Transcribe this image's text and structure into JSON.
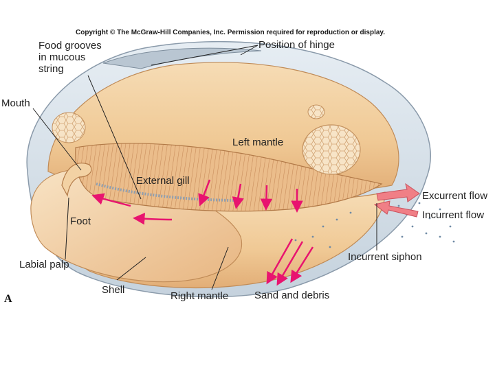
{
  "copyright": "Copyright © The McGraw-Hill Companies, Inc. Permission required for reproduction or display.",
  "panel_letter": "A",
  "labels": {
    "food_grooves": [
      "Food grooves",
      "in mucous",
      "string"
    ],
    "position_of_hinge": "Position of hinge",
    "mouth": "Mouth",
    "left_mantle": "Left mantle",
    "external_gill": "External gill",
    "excurrent_flow": "Excurrent flow",
    "incurrent_flow": "Incurrent flow",
    "foot": "Foot",
    "labial_palp": "Labial palp",
    "incurrent_siphon": "Incurrent siphon",
    "shell": "Shell",
    "right_mantle": "Right mantle",
    "sand_and_debris": "Sand and debris"
  },
  "colors": {
    "shell_outer": "#cfd9e2",
    "shell_inner": "#eef3f7",
    "mantle": "#f1cc9b",
    "mantle_dark": "#d9a873",
    "gill": "#e7b886",
    "flow_arrow": "#e8146f",
    "siphon_arrow": "#f07f86",
    "text": "#222222"
  }
}
